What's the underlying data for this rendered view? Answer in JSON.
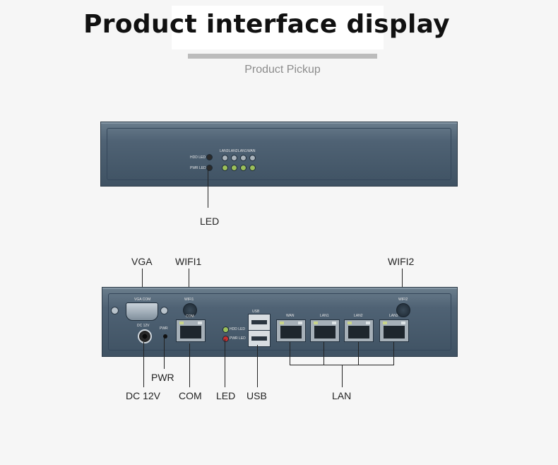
{
  "header": {
    "title": "Product interface display",
    "subtitle": "Product Pickup"
  },
  "front_panel": {
    "hdd_led_text": "HDD LED",
    "pwr_led_text": "PWR LED",
    "port_led_labels": [
      "LAN3",
      "LAN2",
      "LAN1",
      "WAN"
    ],
    "callout_led": "LED"
  },
  "rear_panel": {
    "silk": {
      "vga_com": "VGA COM",
      "wifi1": "WIFI1",
      "com": "COM",
      "dc12v": "DC 12V",
      "pwr": "PWR",
      "usb": "USB",
      "hdd_led": "HDD LED",
      "pwr_led": "PWR LED",
      "wan": "WAN",
      "lan1": "LAN1",
      "lan2": "LAN2",
      "lan3": "LAN3",
      "wifi2": "WIFI2"
    },
    "callouts": {
      "vga": "VGA",
      "wifi1": "WIFI1",
      "wifi2": "WIFI2",
      "pwr": "PWR",
      "dc12v": "DC 12V",
      "com": "COM",
      "led": "LED",
      "usb": "USB",
      "lan": "LAN"
    }
  },
  "colors": {
    "device_body": "#4f6274",
    "led_green": "#9bbf5a",
    "led_red": "#c43030",
    "title_text": "#111111",
    "subtitle_text": "#8c8c8c"
  }
}
